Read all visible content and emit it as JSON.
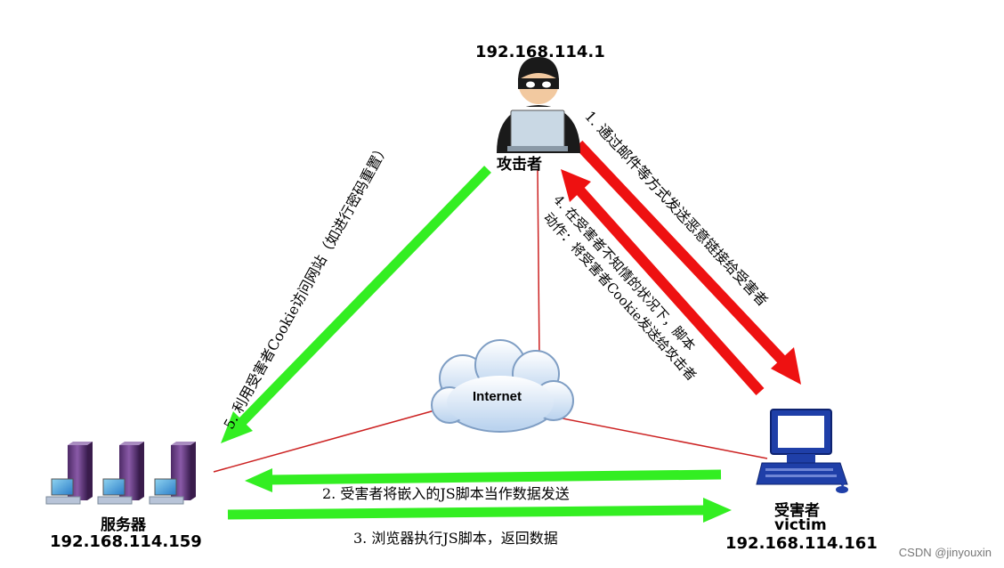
{
  "nodes": {
    "attacker": {
      "ip": "192.168.114.1",
      "label": "攻击者",
      "icon": "hacker-icon"
    },
    "server": {
      "ip": "192.168.114.159",
      "label": "服务器",
      "icon": "server-icon"
    },
    "victim": {
      "ip": "192.168.114.161",
      "label": "受害者",
      "sublabel": "victim",
      "icon": "computer-icon"
    },
    "internet": {
      "label": "Internet",
      "icon": "cloud-icon"
    }
  },
  "steps": {
    "s1": "1. 通过邮件等方式发送恶意链接给受害者",
    "s2": "2. 受害者将嵌入的JS脚本当作数据发送",
    "s3": "3. 浏览器执行JS脚本，返回数据",
    "s4_line1": "4. 在受害者不知情的状况下，脚本",
    "s4_line2": "动作：将受害者Cookie发送给攻击者",
    "s5": "5. 利用受害者Cookie访问网站（如进行密码重置）"
  },
  "colors": {
    "red_arrow": "#ee1111",
    "green_arrow": "#33ee22",
    "link_line": "#cc2222"
  },
  "watermark": "CSDN @jinyouxin"
}
